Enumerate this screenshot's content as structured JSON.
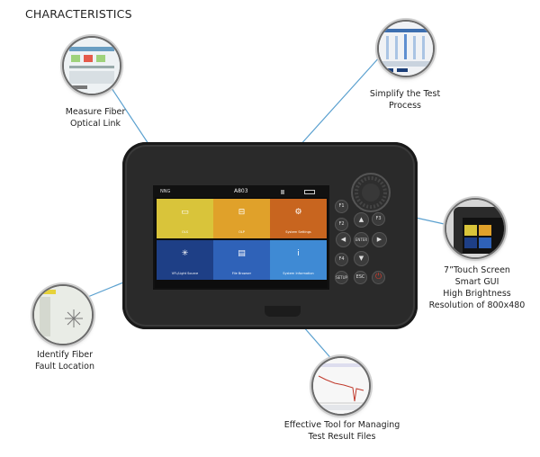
{
  "heading": "CHARACTERISTICS",
  "captions": {
    "measure": [
      "Measure Fiber",
      "Optical Link"
    ],
    "simplify": [
      "Simplify the Test",
      "Process"
    ],
    "touch": [
      "7”Touch Screen",
      "Smart GUI",
      "High  Brightness",
      "Resolution of 800x480"
    ],
    "identify": [
      "Identify Fiber",
      "Fault Location"
    ],
    "manage": [
      "Effective Tool for Managing",
      "Test Result Files"
    ]
  },
  "device": {
    "brand": "NNG",
    "model": "A803",
    "tiles": [
      {
        "label": "OLS",
        "color": "#d9c43a",
        "icon": "light-source-icon"
      },
      {
        "label": "OLP",
        "color": "#e0a12a",
        "icon": "power-meter-icon"
      },
      {
        "label": "System Settings",
        "color": "#c8651f",
        "icon": "gear-icon"
      },
      {
        "label": "VFL/Light Source",
        "color": "#1e3f86",
        "icon": "vfl-icon"
      },
      {
        "label": "File Browser",
        "color": "#2f62b8",
        "icon": "folder-icon"
      },
      {
        "label": "System Information",
        "color": "#3f8ad4",
        "icon": "info-icon"
      }
    ],
    "keys": [
      "F1",
      "F2",
      "ENTER",
      "F3",
      "F4",
      "SETUP",
      "ESC"
    ]
  },
  "colors": {
    "connector": "#5aa0cf",
    "power": "#d23b2b"
  }
}
